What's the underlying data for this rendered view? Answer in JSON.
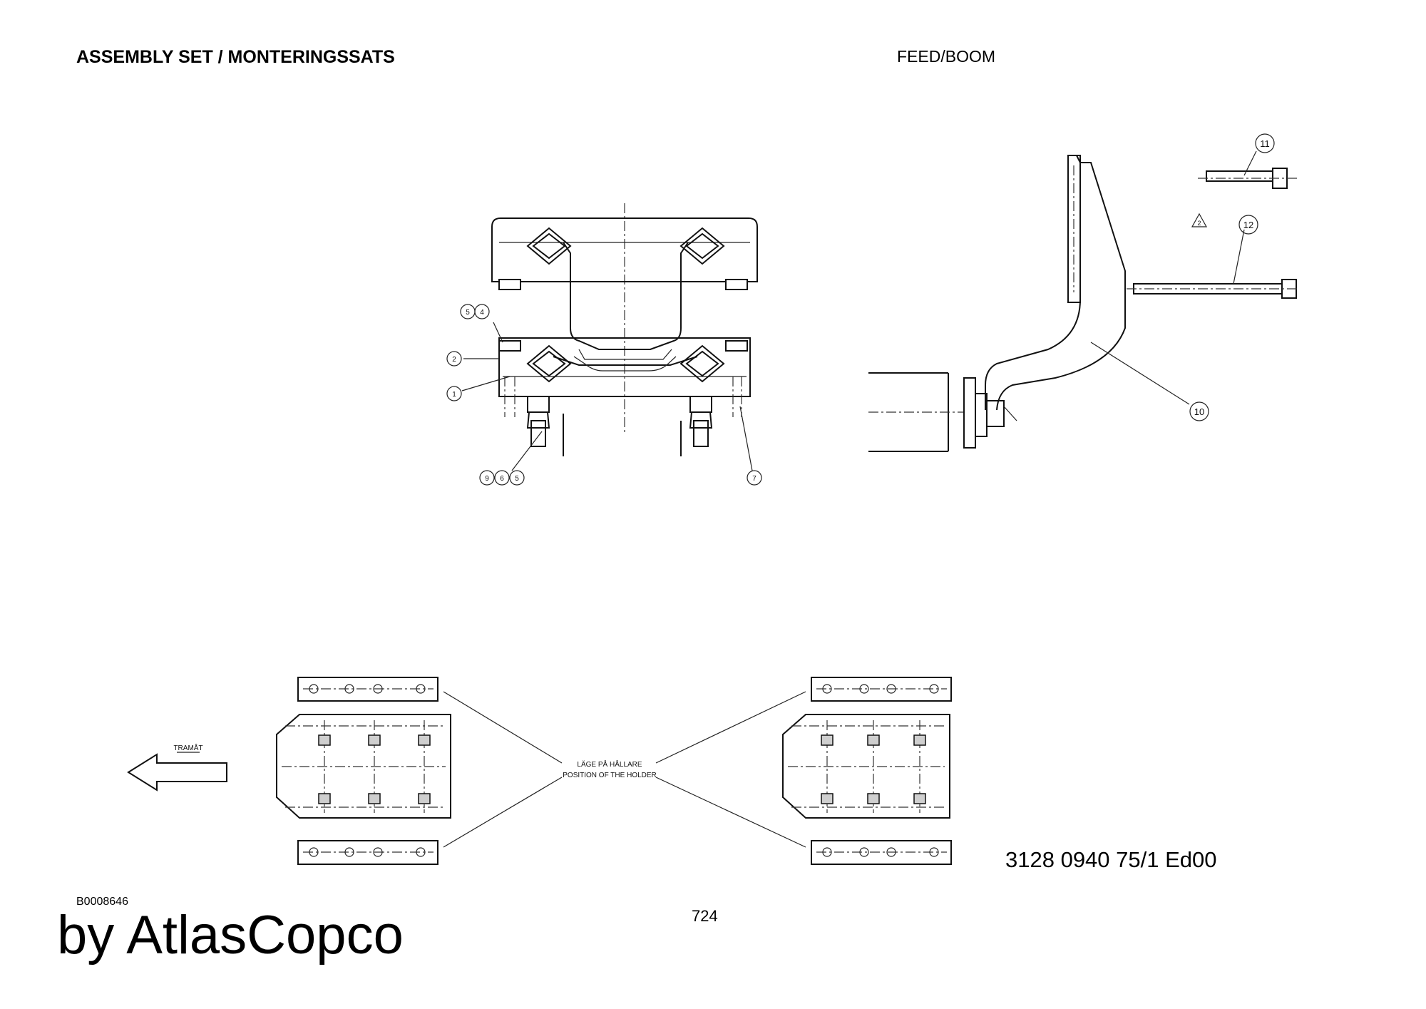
{
  "header": {
    "title": "ASSEMBLY SET / MONTERINGSSATS",
    "section": "FEED/BOOM"
  },
  "footer": {
    "figure_code": "B0008646",
    "page_number": "724",
    "brand": "by AtlasCopco"
  },
  "drawing_number": "3128 0940 75/1  Ed00",
  "callouts": {
    "c1": "1",
    "c2": "2",
    "c4": "4",
    "c5": "5",
    "c5b": "5",
    "c6": "6",
    "c7": "7",
    "c9": "9",
    "c10": "10",
    "c11": "11",
    "c12": "12"
  },
  "note_marker": "2",
  "direction_label": "TRAMÅT",
  "position_note": {
    "line1": "LÄGE PÅ HÅLLARE",
    "line2": "POSITION OF THE HOLDER"
  }
}
